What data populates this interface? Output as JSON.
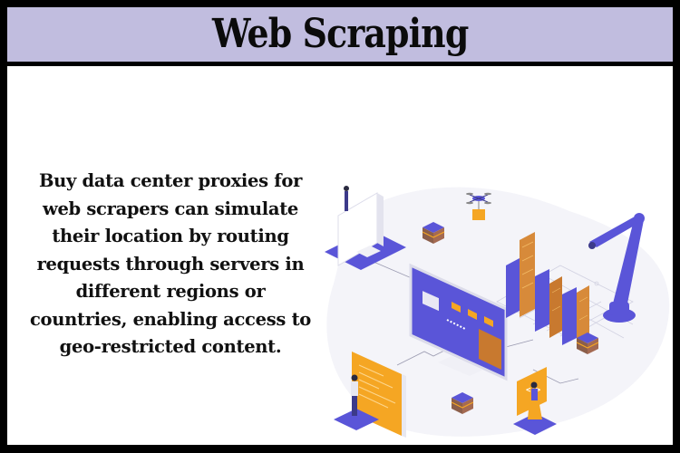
{
  "header": {
    "title": "Web Scraping",
    "background_color": "#c1bddf"
  },
  "body": {
    "lines": [
      "Buy data center proxies for",
      "web scrapers can simulate",
      "their location by routing",
      "requests through servers in",
      "different regions or",
      "countries, enabling access to",
      "geo-restricted content."
    ]
  },
  "illustration": {
    "description": "isometric web scraping illustration",
    "elements": [
      "desktop-monitor",
      "main-screen",
      "server-racks",
      "robotic-arm",
      "drone-with-folder",
      "code-panel",
      "html-tag-panel",
      "data-cubes",
      "people-figures",
      "circuit-board"
    ],
    "colors": {
      "primary_purple": "#5a55d8",
      "orange": "#f5a623",
      "brown": "#8b5e4a",
      "light_gray": "#eeeef5"
    }
  },
  "frame": {
    "border_color": "#000000"
  }
}
